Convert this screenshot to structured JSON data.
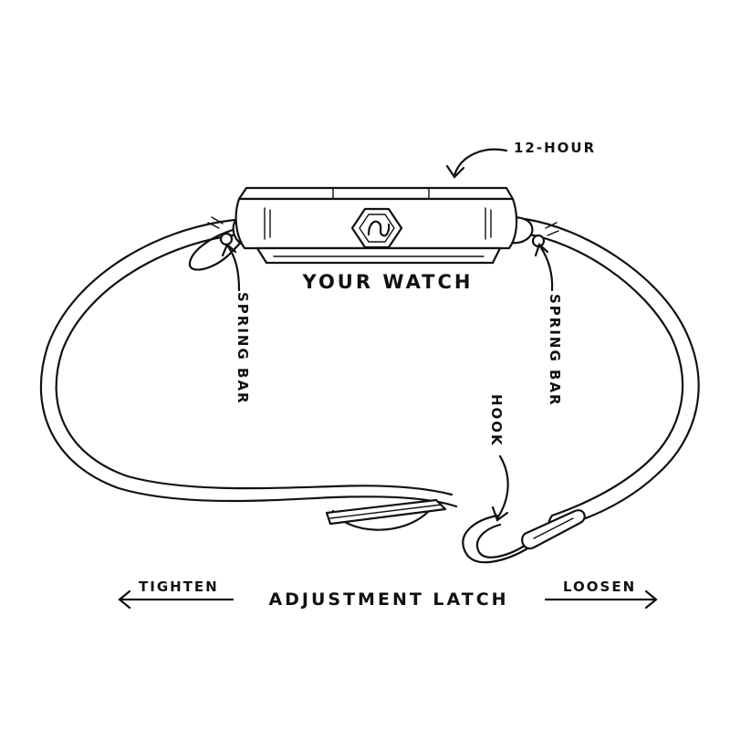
{
  "labels": {
    "twelve_hour": "12-HOUR",
    "your_watch": "YOUR WATCH",
    "spring_bar_left": "SPRING BAR",
    "spring_bar_right": "SPRING BAR",
    "hook": "HOOK",
    "tighten": "TIGHTEN",
    "adjustment_latch": "ADJUSTMENT LATCH",
    "loosen": "LOOSEN"
  },
  "colors": {
    "ink": "#111111",
    "background": "#ffffff"
  }
}
